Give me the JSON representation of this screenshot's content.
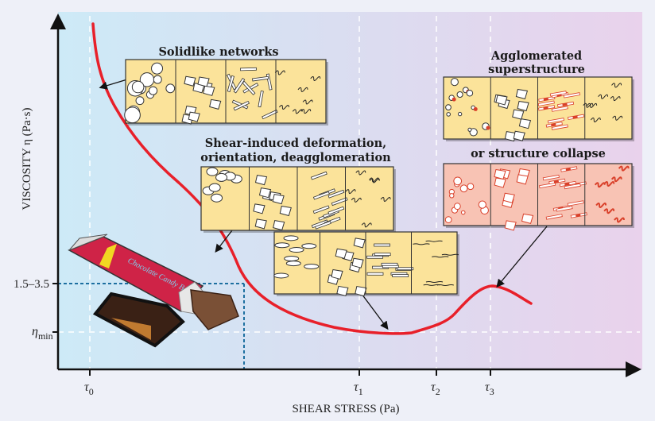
{
  "axes": {
    "x_label": "SHEAR STRESS (Pa)",
    "y_label": "VISCOSITY η (Pa·s)",
    "x_ticks": [
      {
        "sym": "τ",
        "sub": "0"
      },
      {
        "sym": "τ",
        "sub": "1"
      },
      {
        "sym": "τ",
        "sub": "2"
      },
      {
        "sym": "τ",
        "sub": "3"
      }
    ],
    "y_ticks": [
      {
        "text": "1.5–3.5"
      },
      {
        "sym": "η",
        "sub": "min"
      }
    ]
  },
  "labels": {
    "solidlike": "Solidlike networks",
    "shear_line1": "Shear-induced deformation,",
    "shear_line2": "orientation, deagglomeration",
    "agglo_line1": "Agglomerated",
    "agglo_line2": "superstructure",
    "collapse": "or structure collapse"
  },
  "candy_bar": {
    "wrapper_text": "Chocolate Candy Bar"
  },
  "colors": {
    "curve": "#e8202a",
    "panel_fill": "#fbe39a",
    "panel_collapse_fill": "#f8c3b4",
    "particle_red": "#d9402a",
    "guide_dotted": "#1d6fa0",
    "bg_left": "#cdeaf7",
    "bg_right": "#e7d3ec"
  }
}
